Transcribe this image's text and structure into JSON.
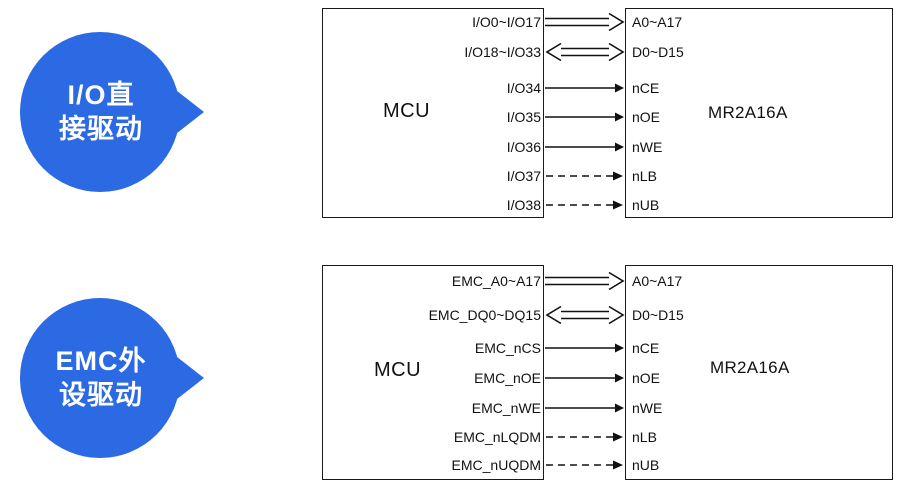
{
  "colors": {
    "badge_blue": "#2b6ae2",
    "line_black": "#111111"
  },
  "badges": [
    {
      "line1": "I/O直",
      "line2": "接驱动",
      "color": "#2b6ae2"
    },
    {
      "line1": "EMC外",
      "line2": "设驱动",
      "color": "#2b6ae2"
    }
  ],
  "diagrams": [
    {
      "mcu_label": "MCU",
      "memory_label": "MR2A16A",
      "rows": [
        {
          "left": "I/O0~I/O17",
          "right": "A0~A17",
          "arrow": "bus-right"
        },
        {
          "left": "I/O18~I/O33",
          "right": "D0~D15",
          "arrow": "bus-bidir"
        },
        {
          "left": "I/O34",
          "right": "nCE",
          "arrow": "solid"
        },
        {
          "left": "I/O35",
          "right": "nOE",
          "arrow": "solid"
        },
        {
          "left": "I/O36",
          "right": "nWE",
          "arrow": "solid"
        },
        {
          "left": "I/O37",
          "right": "nLB",
          "arrow": "dashed"
        },
        {
          "left": "I/O38",
          "right": "nUB",
          "arrow": "dashed"
        }
      ]
    },
    {
      "mcu_label": "MCU",
      "memory_label": "MR2A16A",
      "rows": [
        {
          "left": "EMC_A0~A17",
          "right": "A0~A17",
          "arrow": "bus-right"
        },
        {
          "left": "EMC_DQ0~DQ15",
          "right": "D0~D15",
          "arrow": "bus-bidir"
        },
        {
          "left": "EMC_nCS",
          "right": "nCE",
          "arrow": "solid"
        },
        {
          "left": "EMC_nOE",
          "right": "nOE",
          "arrow": "solid"
        },
        {
          "left": "EMC_nWE",
          "right": "nWE",
          "arrow": "solid"
        },
        {
          "left": "EMC_nLQDM",
          "right": "nLB",
          "arrow": "dashed"
        },
        {
          "left": "EMC_nUQDM",
          "right": "nUB",
          "arrow": "dashed"
        }
      ]
    }
  ]
}
